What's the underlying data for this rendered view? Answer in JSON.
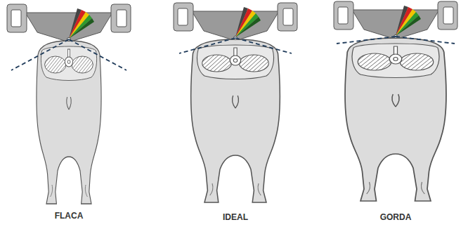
{
  "diagram": {
    "labels": [
      "FLACA",
      "IDEAL",
      "GORDA"
    ]
  }
}
